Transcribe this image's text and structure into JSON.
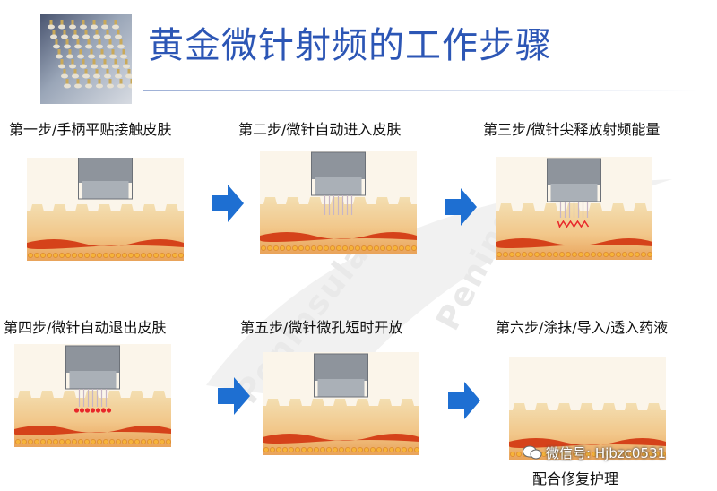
{
  "title": "黄金微针射频的工作步骤",
  "steps": [
    {
      "label": "第一步/手柄平贴接触皮肤",
      "needles": "none",
      "device": "raised"
    },
    {
      "label": "第二步/微针自动进入皮肤",
      "needles": "inserted",
      "device": "lowered"
    },
    {
      "label": "第三步/微针尖释放射频能量",
      "needles": "radiofrequency",
      "device": "lowered"
    },
    {
      "label": "第四步/微针自动退出皮肤",
      "needles": "retracting",
      "device": "lowered"
    },
    {
      "label": "第五步/微针微孔短时开放",
      "needles": "none",
      "device": "lowered"
    },
    {
      "label": "第六步/涂抹/导入/透入药液",
      "needles": "none",
      "device": "none"
    }
  ],
  "watermark": "Peninsula",
  "wechat_id": "微信号: Hjbzc0531",
  "caption": "配合修复护理",
  "colors": {
    "title": "#2c56b5",
    "arrow": "#1e6fd2",
    "skin_top": "#f3deb1",
    "skin_bottom": "#e9a35a",
    "dermis": "#f2c78a",
    "vessel": "#d5421a",
    "rf_zone": "#e8272a"
  },
  "icons": {
    "arrow": "right-arrow-icon",
    "wechat": "wechat-icon"
  }
}
